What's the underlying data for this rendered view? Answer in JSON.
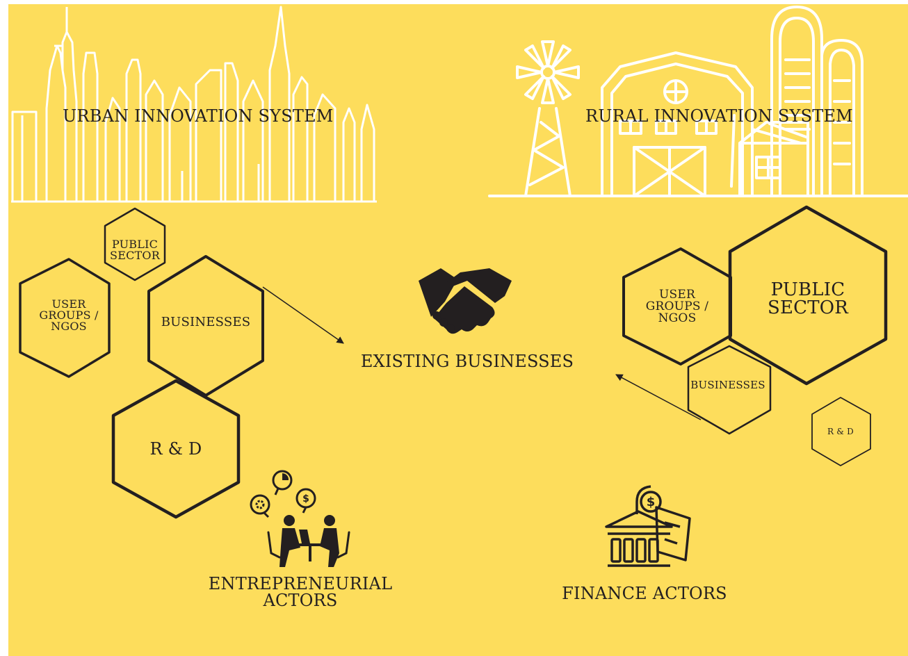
{
  "urban": {
    "title": "URBAN INNOVATION SYSTEM"
  },
  "rural": {
    "title": "RURAL INNOVATION SYSTEM"
  },
  "urban_hexes": {
    "public_sector": "PUBLIC\nSECTOR",
    "user_groups": "USER\nGROUPS /\nNGOS",
    "businesses": "BUSINESSES",
    "rnd": "R & D"
  },
  "rural_hexes": {
    "user_groups": "USER\nGROUPS /\nNGOS",
    "public_sector": "PUBLIC\nSECTOR",
    "businesses": "BUSINESSES",
    "rnd": "R & D"
  },
  "actors": {
    "existing_businesses": "EXISTING BUSINESSES",
    "entrepreneurial": "ENTREPRENEURIAL\nACTORS",
    "finance": "FINANCE ACTORS"
  },
  "colors": {
    "background": "#fddd5c",
    "line_art": "#ffffff",
    "ink": "#231f20"
  },
  "icons": {
    "handshake": "handshake-icon",
    "meeting": "meeting-icon",
    "bank": "bank-icon"
  }
}
